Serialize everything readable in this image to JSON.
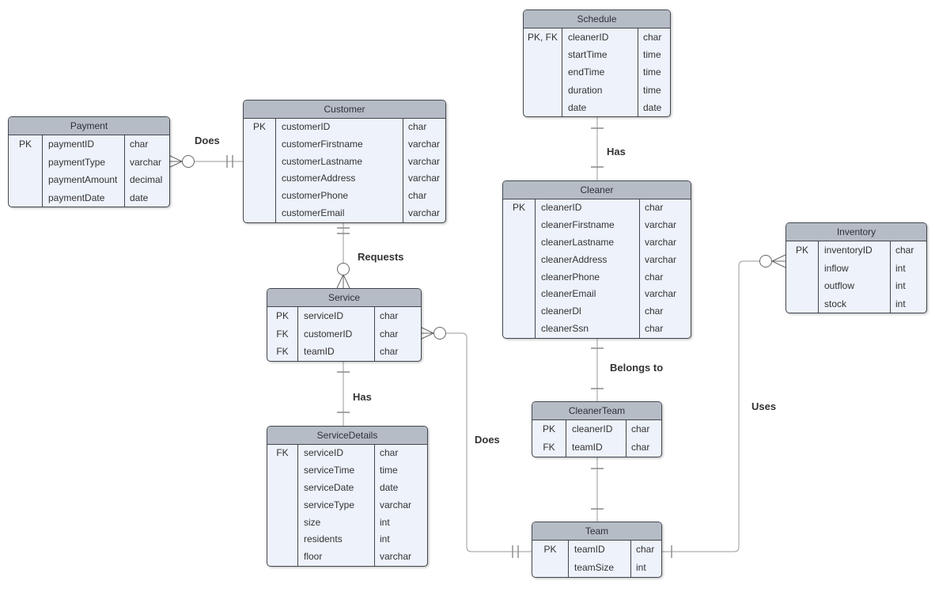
{
  "diagram_type": "entity-relationship-diagram",
  "colors": {
    "entity_header": "#b6bcc6",
    "entity_body": "#edf2fb",
    "entity_border": "#42474f",
    "wire": "#999999",
    "wire_marker": "#666666",
    "label_text": "#333333"
  },
  "entities": {
    "payment": {
      "name": "Payment",
      "rows": [
        {
          "key": "PK",
          "field": "paymentID",
          "type": "char"
        },
        {
          "key": "",
          "field": "paymentType",
          "type": "varchar"
        },
        {
          "key": "",
          "field": "paymentAmount",
          "type": "decimal"
        },
        {
          "key": "",
          "field": "paymentDate",
          "type": "date"
        }
      ]
    },
    "customer": {
      "name": "Customer",
      "rows": [
        {
          "key": "PK",
          "field": "customerID",
          "type": "char"
        },
        {
          "key": "",
          "field": "customerFirstname",
          "type": "varchar"
        },
        {
          "key": "",
          "field": "customerLastname",
          "type": "varchar"
        },
        {
          "key": "",
          "field": "customerAddress",
          "type": "varchar"
        },
        {
          "key": "",
          "field": "customerPhone",
          "type": "char"
        },
        {
          "key": "",
          "field": "customerEmail",
          "type": "varchar"
        }
      ]
    },
    "schedule": {
      "name": "Schedule",
      "rows": [
        {
          "key": "PK, FK",
          "field": "cleanerID",
          "type": "char"
        },
        {
          "key": "",
          "field": "startTime",
          "type": "time"
        },
        {
          "key": "",
          "field": "endTime",
          "type": "time"
        },
        {
          "key": "",
          "field": "duration",
          "type": "time"
        },
        {
          "key": "",
          "field": "date",
          "type": "date"
        }
      ]
    },
    "cleaner": {
      "name": "Cleaner",
      "rows": [
        {
          "key": "PK",
          "field": "cleanerID",
          "type": "char"
        },
        {
          "key": "",
          "field": "cleanerFirstname",
          "type": "varchar"
        },
        {
          "key": "",
          "field": "cleanerLastname",
          "type": "varchar"
        },
        {
          "key": "",
          "field": "cleanerAddress",
          "type": "varchar"
        },
        {
          "key": "",
          "field": "cleanerPhone",
          "type": "char"
        },
        {
          "key": "",
          "field": "cleanerEmail",
          "type": "varchar"
        },
        {
          "key": "",
          "field": "cleanerDl",
          "type": "char"
        },
        {
          "key": "",
          "field": "cleanerSsn",
          "type": "char"
        }
      ]
    },
    "inventory": {
      "name": "Inventory",
      "rows": [
        {
          "key": "PK",
          "field": "inventoryID",
          "type": "char"
        },
        {
          "key": "",
          "field": "inflow",
          "type": "int"
        },
        {
          "key": "",
          "field": "outflow",
          "type": "int"
        },
        {
          "key": "",
          "field": "stock",
          "type": "int"
        }
      ]
    },
    "service": {
      "name": "Service",
      "rows": [
        {
          "key": "PK",
          "field": "serviceID",
          "type": "char"
        },
        {
          "key": "FK",
          "field": "customerID",
          "type": "char"
        },
        {
          "key": "FK",
          "field": "teamID",
          "type": "char"
        }
      ]
    },
    "service_details": {
      "name": "ServiceDetails",
      "rows": [
        {
          "key": "FK",
          "field": "serviceID",
          "type": "char"
        },
        {
          "key": "",
          "field": "serviceTime",
          "type": "time"
        },
        {
          "key": "",
          "field": "serviceDate",
          "type": "date"
        },
        {
          "key": "",
          "field": "serviceType",
          "type": "varchar"
        },
        {
          "key": "",
          "field": "size",
          "type": "int"
        },
        {
          "key": "",
          "field": "residents",
          "type": "int"
        },
        {
          "key": "",
          "field": "floor",
          "type": "varchar"
        }
      ]
    },
    "cleaner_team": {
      "name": "CleanerTeam",
      "rows": [
        {
          "key": "PK",
          "field": "cleanerID",
          "type": "char"
        },
        {
          "key": "FK",
          "field": "teamID",
          "type": "char"
        }
      ]
    },
    "team": {
      "name": "Team",
      "rows": [
        {
          "key": "PK",
          "field": "teamID",
          "type": "char"
        },
        {
          "key": "",
          "field": "teamSize",
          "type": "int"
        }
      ]
    }
  },
  "relationships": [
    {
      "label": "Does",
      "from": "Payment",
      "to": "Customer",
      "from_marker": "zero-or-many",
      "to_marker": "one-and-only-one"
    },
    {
      "label": "Requests",
      "from": "Customer",
      "to": "Service",
      "from_marker": "one-and-only-one",
      "to_marker": "zero-or-many"
    },
    {
      "label": "Has",
      "from": "Service",
      "to": "ServiceDetails",
      "from_marker": "one",
      "to_marker": "one"
    },
    {
      "label": "Has",
      "from": "Schedule",
      "to": "Cleaner",
      "from_marker": "one",
      "to_marker": "one"
    },
    {
      "label": "Belongs to",
      "from": "Cleaner",
      "to": "CleanerTeam",
      "from_marker": "one",
      "to_marker": "one"
    },
    {
      "label": "",
      "from": "CleanerTeam",
      "to": "Team",
      "from_marker": "one",
      "to_marker": "one"
    },
    {
      "label": "Does",
      "from": "Service",
      "to": "Team",
      "from_marker": "zero-or-many",
      "to_marker": "one-and-only-one"
    },
    {
      "label": "Uses",
      "from": "Team",
      "to": "Inventory",
      "from_marker": "one",
      "to_marker": "zero-or-many"
    }
  ]
}
